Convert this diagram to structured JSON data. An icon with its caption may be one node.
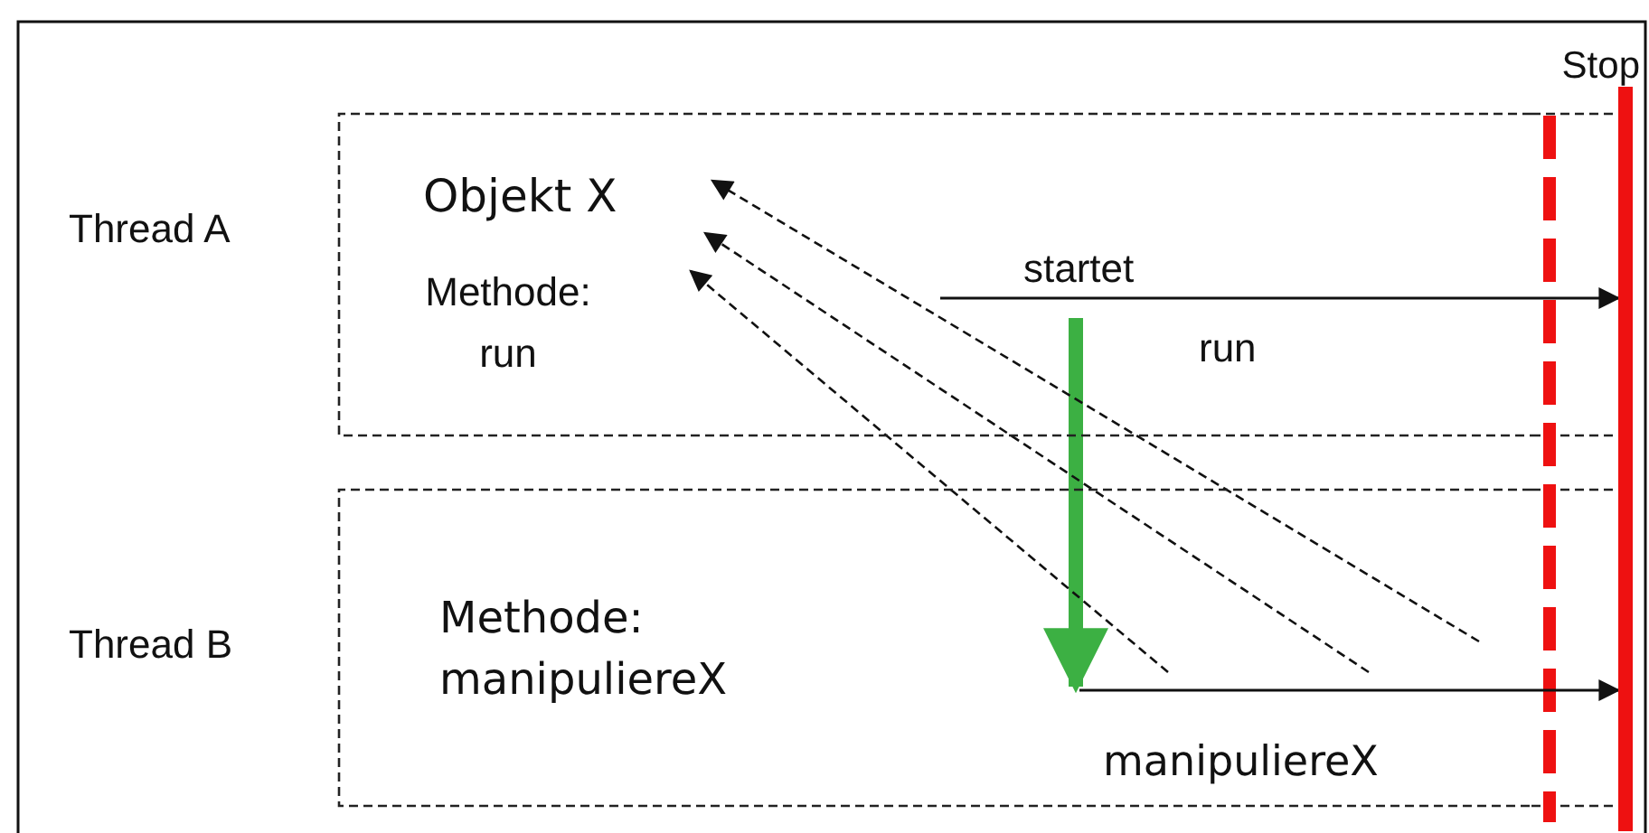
{
  "diagram": {
    "nodes": [
      {
        "text": [
          "Thread A"
        ]
      },
      {
        "text": [
          "Objekt X"
        ],
        "in": 0
      },
      {
        "text": [
          "Methode: run"
        ],
        "in": 0
      },
      {
        "text": [
          "Thread B"
        ]
      },
      {
        "text": [
          "Methode: manipuliereX"
        ],
        "in": 3
      },
      {
        "text": [
          "Stop"
        ]
      }
    ],
    "edges": [
      {
        "from": null,
        "to": 5,
        "arrow": "to",
        "label": "startet"
      },
      {
        "from": null,
        "to": 5,
        "arrow": "to",
        "label": "manipuliereX"
      },
      {
        "from": null,
        "to": 1,
        "arrow": "to",
        "style": "dashed"
      },
      {
        "from": null,
        "to": 2,
        "arrow": "to",
        "style": "dashed"
      },
      {
        "from": null,
        "to": 2,
        "arrow": "to",
        "style": "dashed"
      }
    ],
    "labels": [
      "run"
    ]
  }
}
